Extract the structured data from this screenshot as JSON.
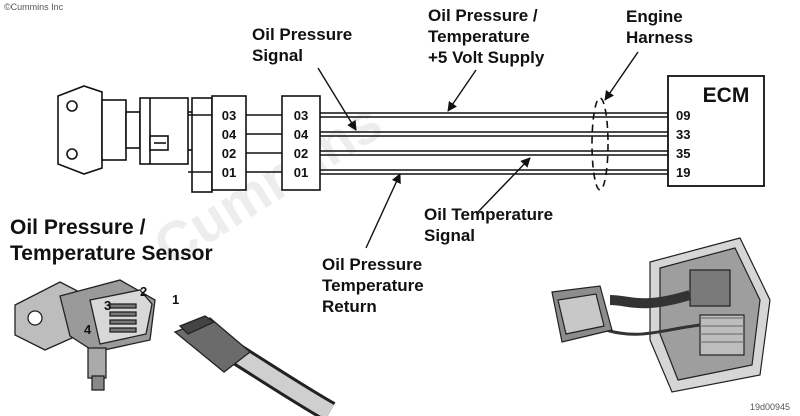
{
  "copyright": "©Cummins Inc",
  "watermark": "Cummins",
  "figure_id": "19d00945",
  "labels": {
    "oil_pressure_signal": [
      "Oil Pressure",
      "Signal"
    ],
    "supply": [
      "Oil Pressure /",
      "Temperature",
      "+5 Volt Supply"
    ],
    "engine_harness": [
      "Engine",
      "Harness"
    ],
    "ecm": "ECM",
    "oil_temperature_signal": [
      "Oil Temperature",
      "Signal"
    ],
    "return": [
      "Oil Pressure",
      "Temperature",
      "Return"
    ],
    "sensor_title": [
      "Oil Pressure /",
      "Temperature Sensor"
    ]
  },
  "sensor_pins": [
    "03",
    "04",
    "02",
    "01"
  ],
  "harness_pins": [
    "03",
    "04",
    "02",
    "01"
  ],
  "ecm_pins": [
    "09",
    "33",
    "35",
    "19"
  ],
  "photo_pin_numbers": [
    "1",
    "2",
    "3",
    "4"
  ]
}
